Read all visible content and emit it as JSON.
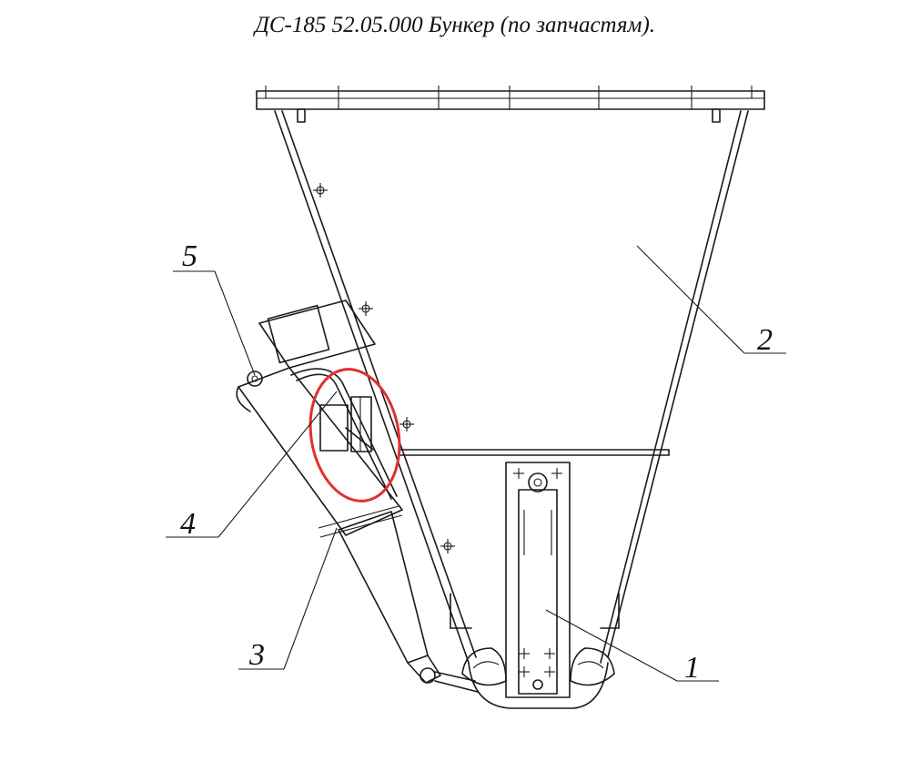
{
  "title": "ДС-185 52.05.000 Бункер (по запчастям).",
  "callouts": [
    {
      "number": "1"
    },
    {
      "number": "2"
    },
    {
      "number": "3"
    },
    {
      "number": "4"
    },
    {
      "number": "5"
    }
  ],
  "highlight": {
    "color": "#e0302f"
  }
}
